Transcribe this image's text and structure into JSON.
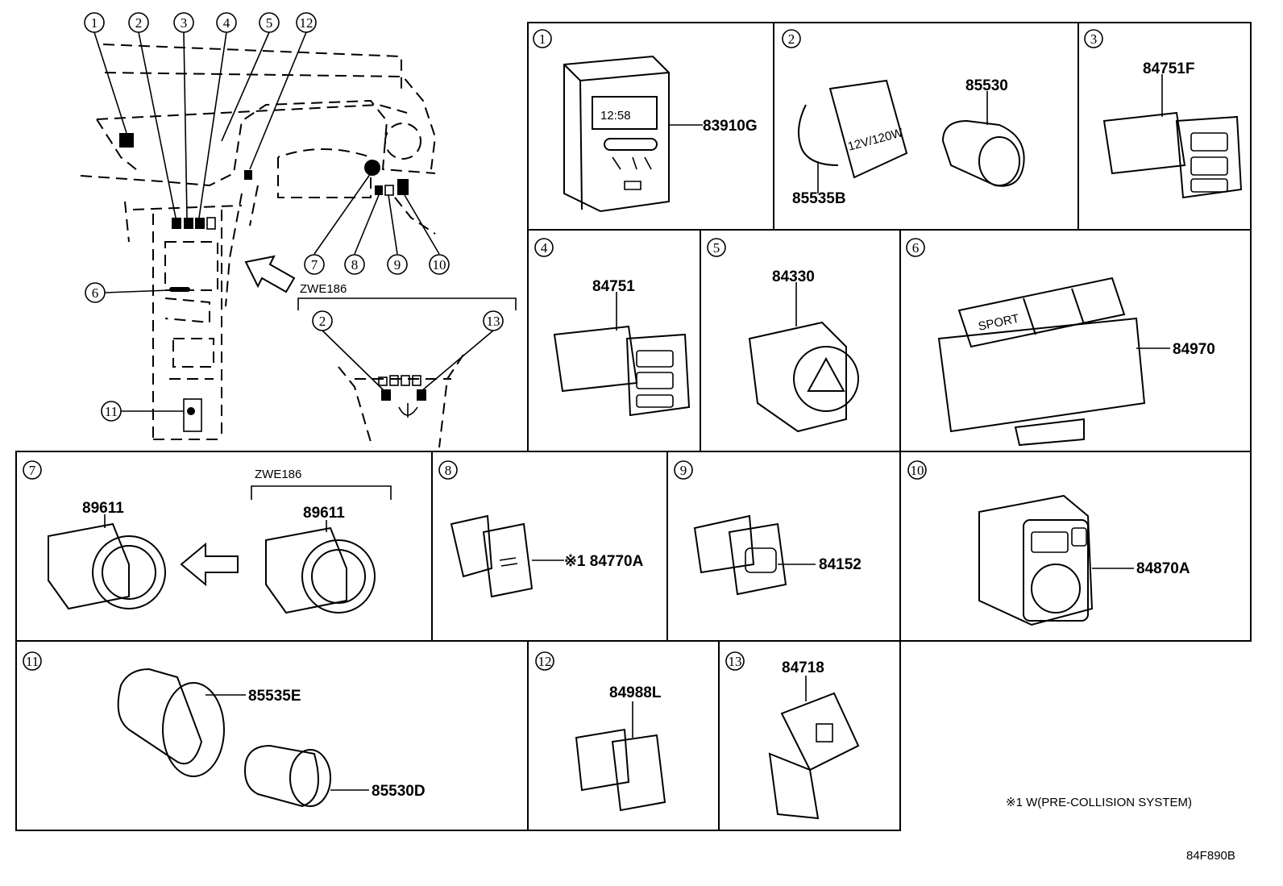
{
  "overview": {
    "callouts": [
      "1",
      "2",
      "3",
      "4",
      "5",
      "12",
      "7",
      "8",
      "9",
      "10",
      "6",
      "11"
    ],
    "inset_label": "ZWE186",
    "inset_callouts": [
      "2",
      "13"
    ]
  },
  "panels": [
    {
      "number": "1",
      "parts": [
        "83910G"
      ],
      "display_time": "12:58"
    },
    {
      "number": "2",
      "parts": [
        "85530",
        "85535B"
      ],
      "socket_text": "12V/120W"
    },
    {
      "number": "3",
      "parts": [
        "84751F"
      ]
    },
    {
      "number": "4",
      "parts": [
        "84751"
      ]
    },
    {
      "number": "5",
      "parts": [
        "84330"
      ]
    },
    {
      "number": "6",
      "parts": [
        "84970"
      ],
      "button_text": "SPORT"
    },
    {
      "number": "7",
      "parts": [
        "89611",
        "89611"
      ],
      "variant_label": "ZWE186"
    },
    {
      "number": "8",
      "parts": [
        "※1 84770A"
      ]
    },
    {
      "number": "9",
      "parts": [
        "84152"
      ]
    },
    {
      "number": "10",
      "parts": [
        "84870A"
      ]
    },
    {
      "number": "11",
      "parts": [
        "85535E",
        "85530D"
      ]
    },
    {
      "number": "12",
      "parts": [
        "84988L"
      ]
    },
    {
      "number": "13",
      "parts": [
        "84718"
      ]
    }
  ],
  "footnote": "※1 W(PRE-COLLISION SYSTEM)",
  "diagram_code": "84F890B"
}
